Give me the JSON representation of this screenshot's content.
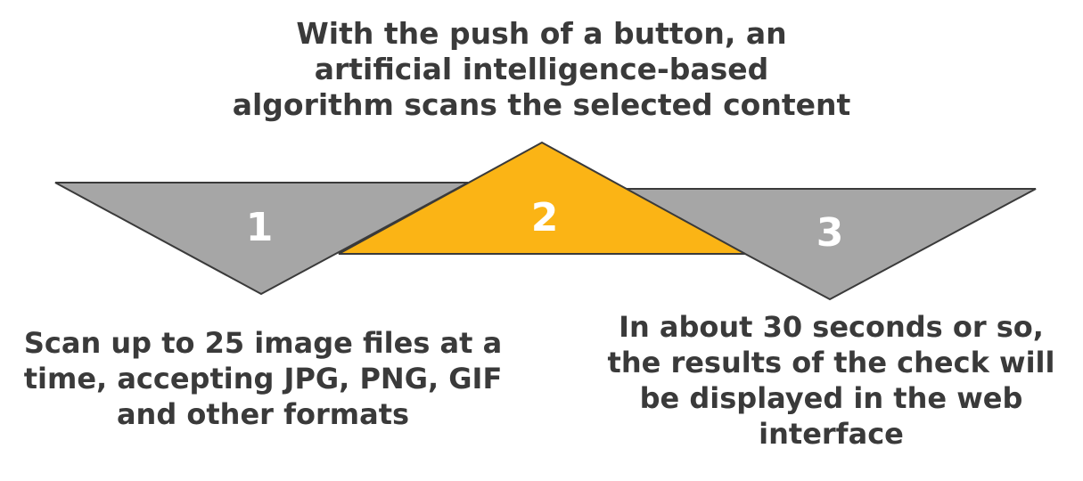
{
  "steps": [
    {
      "number": "1",
      "caption_lines": [
        "Scan up to 25 image files at a",
        "time, accepting JPG, PNG, GIF",
        "and other formats"
      ],
      "color": "#a6a6a6"
    },
    {
      "number": "2",
      "caption_lines": [
        "With the push of a button, an",
        "artificial intelligence-based",
        "algorithm scans the selected content"
      ],
      "color": "#fbb415"
    },
    {
      "number": "3",
      "caption_lines": [
        "In about 30 seconds or so,",
        "the results of the check will",
        "be displayed in the web",
        "interface"
      ],
      "color": "#a6a6a6"
    }
  ],
  "colors": {
    "stroke": "#3a3a3a",
    "text": "#3a3a3a",
    "number_text": "#ffffff"
  }
}
